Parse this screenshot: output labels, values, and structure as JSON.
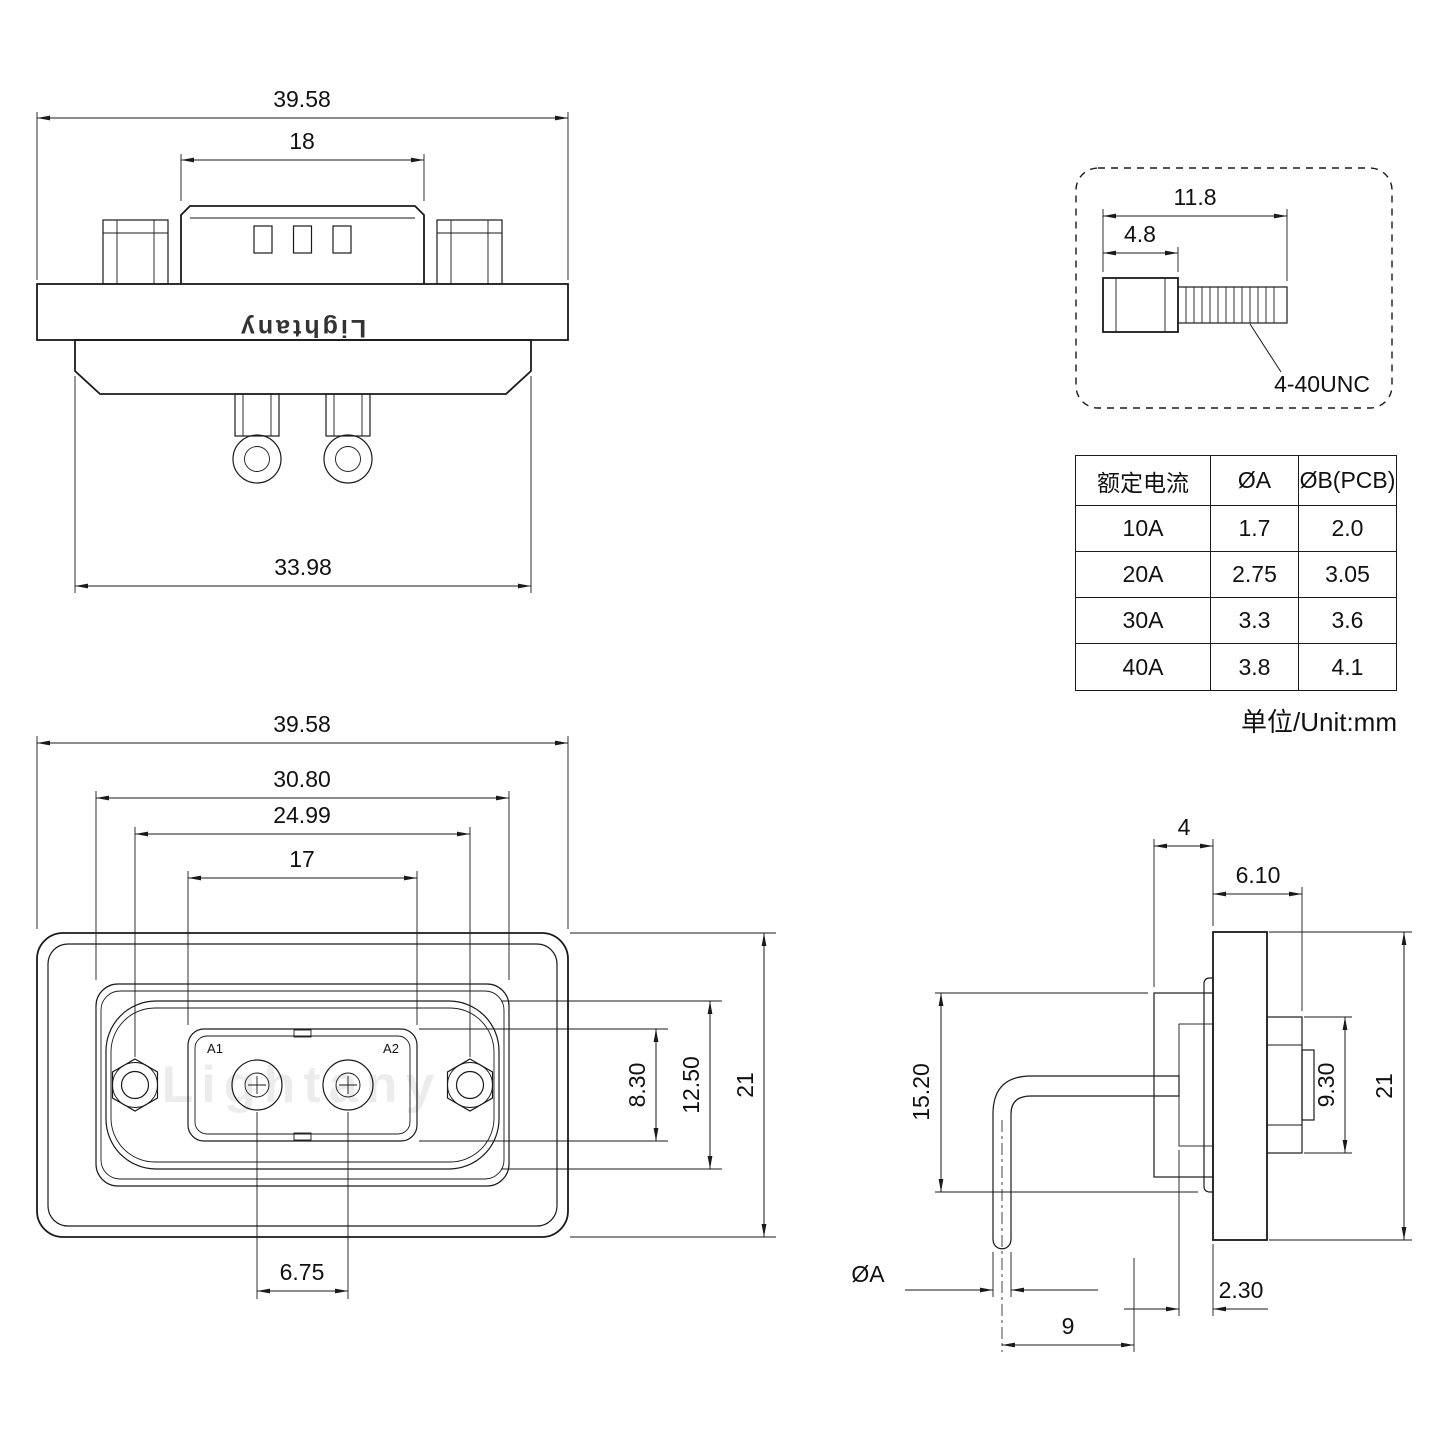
{
  "meta": {
    "brand": "Lightany",
    "watermark": "Lightany",
    "units_label": "单位/Unit:mm"
  },
  "front_view": {
    "dim_overall_width": "39.58",
    "dim_insert_width": "18",
    "dim_body_width": "33.98"
  },
  "screw_detail": {
    "dim_total_length": "11.8",
    "dim_head_length": "4.8",
    "thread_label": "4-40UNC"
  },
  "spec_table": {
    "headers": [
      "额定电流",
      "ØA",
      "ØB(PCB)"
    ],
    "rows": [
      [
        "10A",
        "1.7",
        "2.0"
      ],
      [
        "20A",
        "2.75",
        "3.05"
      ],
      [
        "30A",
        "3.3",
        "3.6"
      ],
      [
        "40A",
        "3.8",
        "4.1"
      ]
    ]
  },
  "face_view": {
    "dim_overall_width": "39.58",
    "dim_boss_width": "30.80",
    "dim_mount_spacing": "24.99",
    "dim_insert_width": "17",
    "dim_insert_height": "8.30",
    "dim_recess_height": "12.50",
    "dim_overall_height": "21",
    "dim_pin_pitch": "6.75",
    "pin1_label": "A1",
    "pin2_label": "A2"
  },
  "side_view": {
    "dim_mating_depth": "4",
    "dim_rear_depth": "6.10",
    "dim_body_height": "15.20",
    "dim_rear_height": "9.30",
    "dim_overall_height": "21",
    "dim_pin_dia": "ØA",
    "dim_pin_offset": "2.30",
    "dim_pin_length": "9"
  }
}
